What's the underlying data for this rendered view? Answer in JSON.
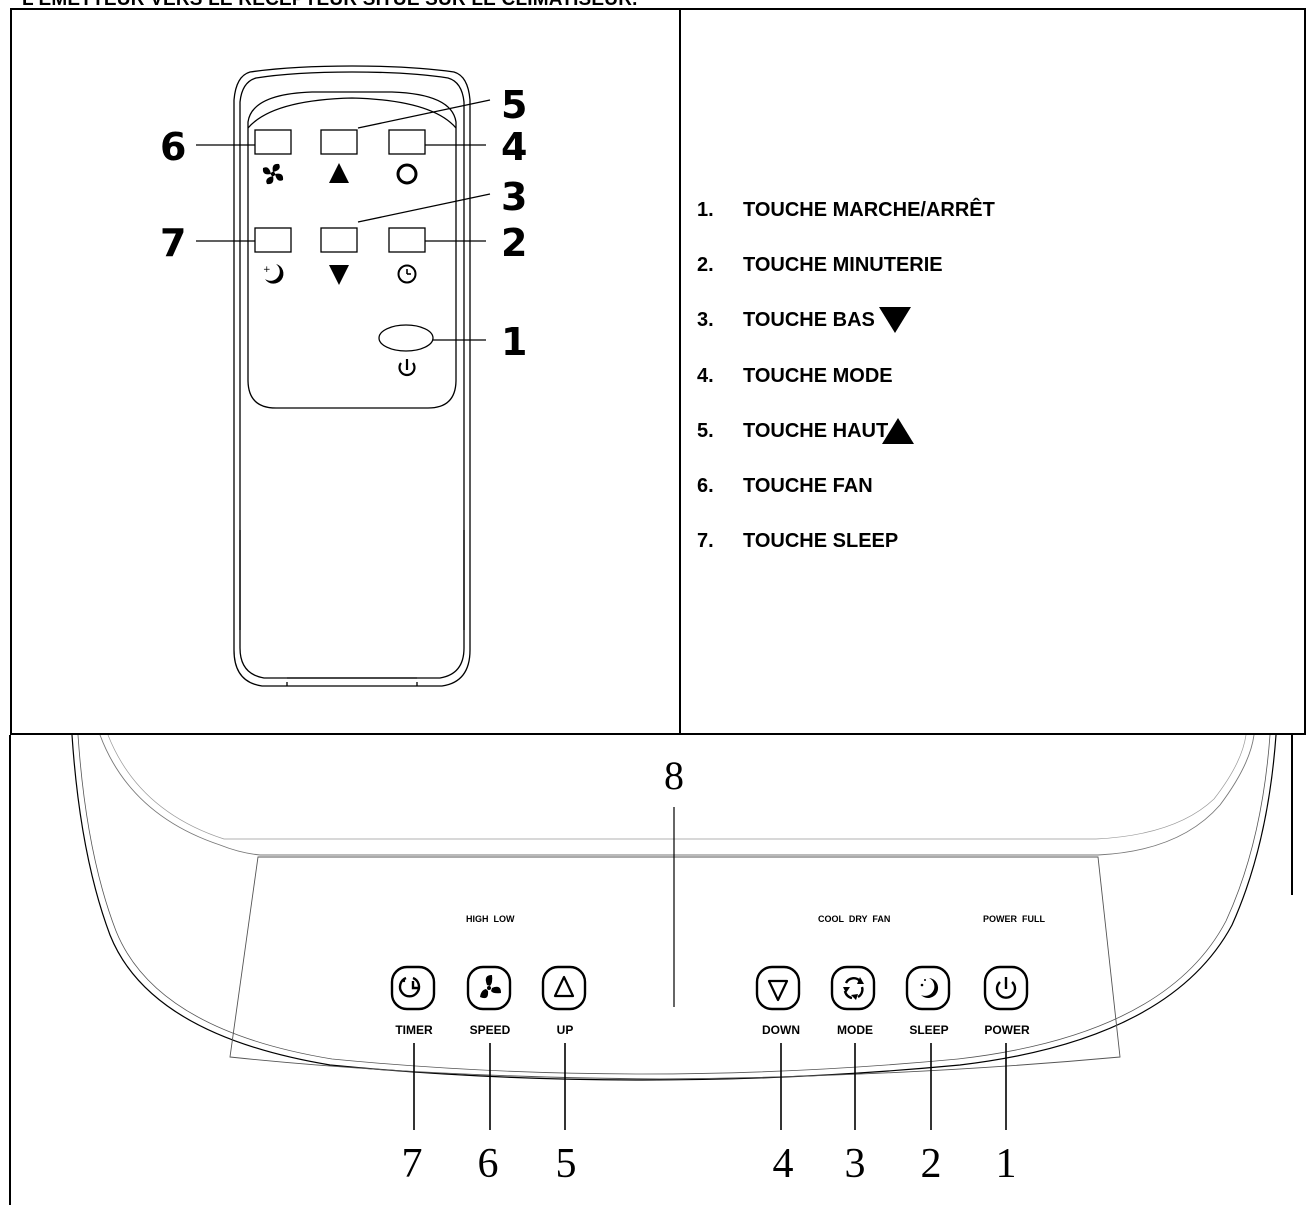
{
  "header": {
    "title": "L'ÉMETTEUR VERS LE RÉCEPTEUR SITUÉ SUR LE CLIMATISEUR."
  },
  "remote": {
    "callouts": [
      "6",
      "5",
      "4",
      "3",
      "7",
      "2",
      "1"
    ]
  },
  "key_list": [
    {
      "num": "1.",
      "label": "TOUCHE MARCHE/ARRÊT"
    },
    {
      "num": "2.",
      "label": "TOUCHE MINUTERIE"
    },
    {
      "num": "3.",
      "label": "TOUCHE BAS",
      "icon": "triangle-down-icon"
    },
    {
      "num": "4.",
      "label": "TOUCHE MODE"
    },
    {
      "num": "5.",
      "label": "TOUCHE HAUT",
      "icon": "triangle-up-icon"
    },
    {
      "num": "6.",
      "label": "TOUCHE FAN"
    },
    {
      "num": "7.",
      "label": "TOUCHE SLEEP"
    }
  ],
  "panel": {
    "center_callout": "8",
    "indicator_groups": [
      {
        "text": "HIGH  LOW"
      },
      {
        "text": "COOL  DRY  FAN"
      },
      {
        "text": "POWER  FULL"
      }
    ],
    "buttons": [
      {
        "label": "TIMER",
        "callout": "7",
        "icon": "timer-icon"
      },
      {
        "label": "SPEED",
        "callout": "6",
        "icon": "fan-icon"
      },
      {
        "label": "UP",
        "callout": "5",
        "icon": "triangle-up-outline-icon"
      },
      {
        "label": "DOWN",
        "callout": "4",
        "icon": "triangle-down-outline-icon"
      },
      {
        "label": "MODE",
        "callout": "3",
        "icon": "mode-cycle-icon"
      },
      {
        "label": "SLEEP",
        "callout": "2",
        "icon": "moon-icon"
      },
      {
        "label": "POWER",
        "callout": "1",
        "icon": "power-icon"
      }
    ]
  }
}
